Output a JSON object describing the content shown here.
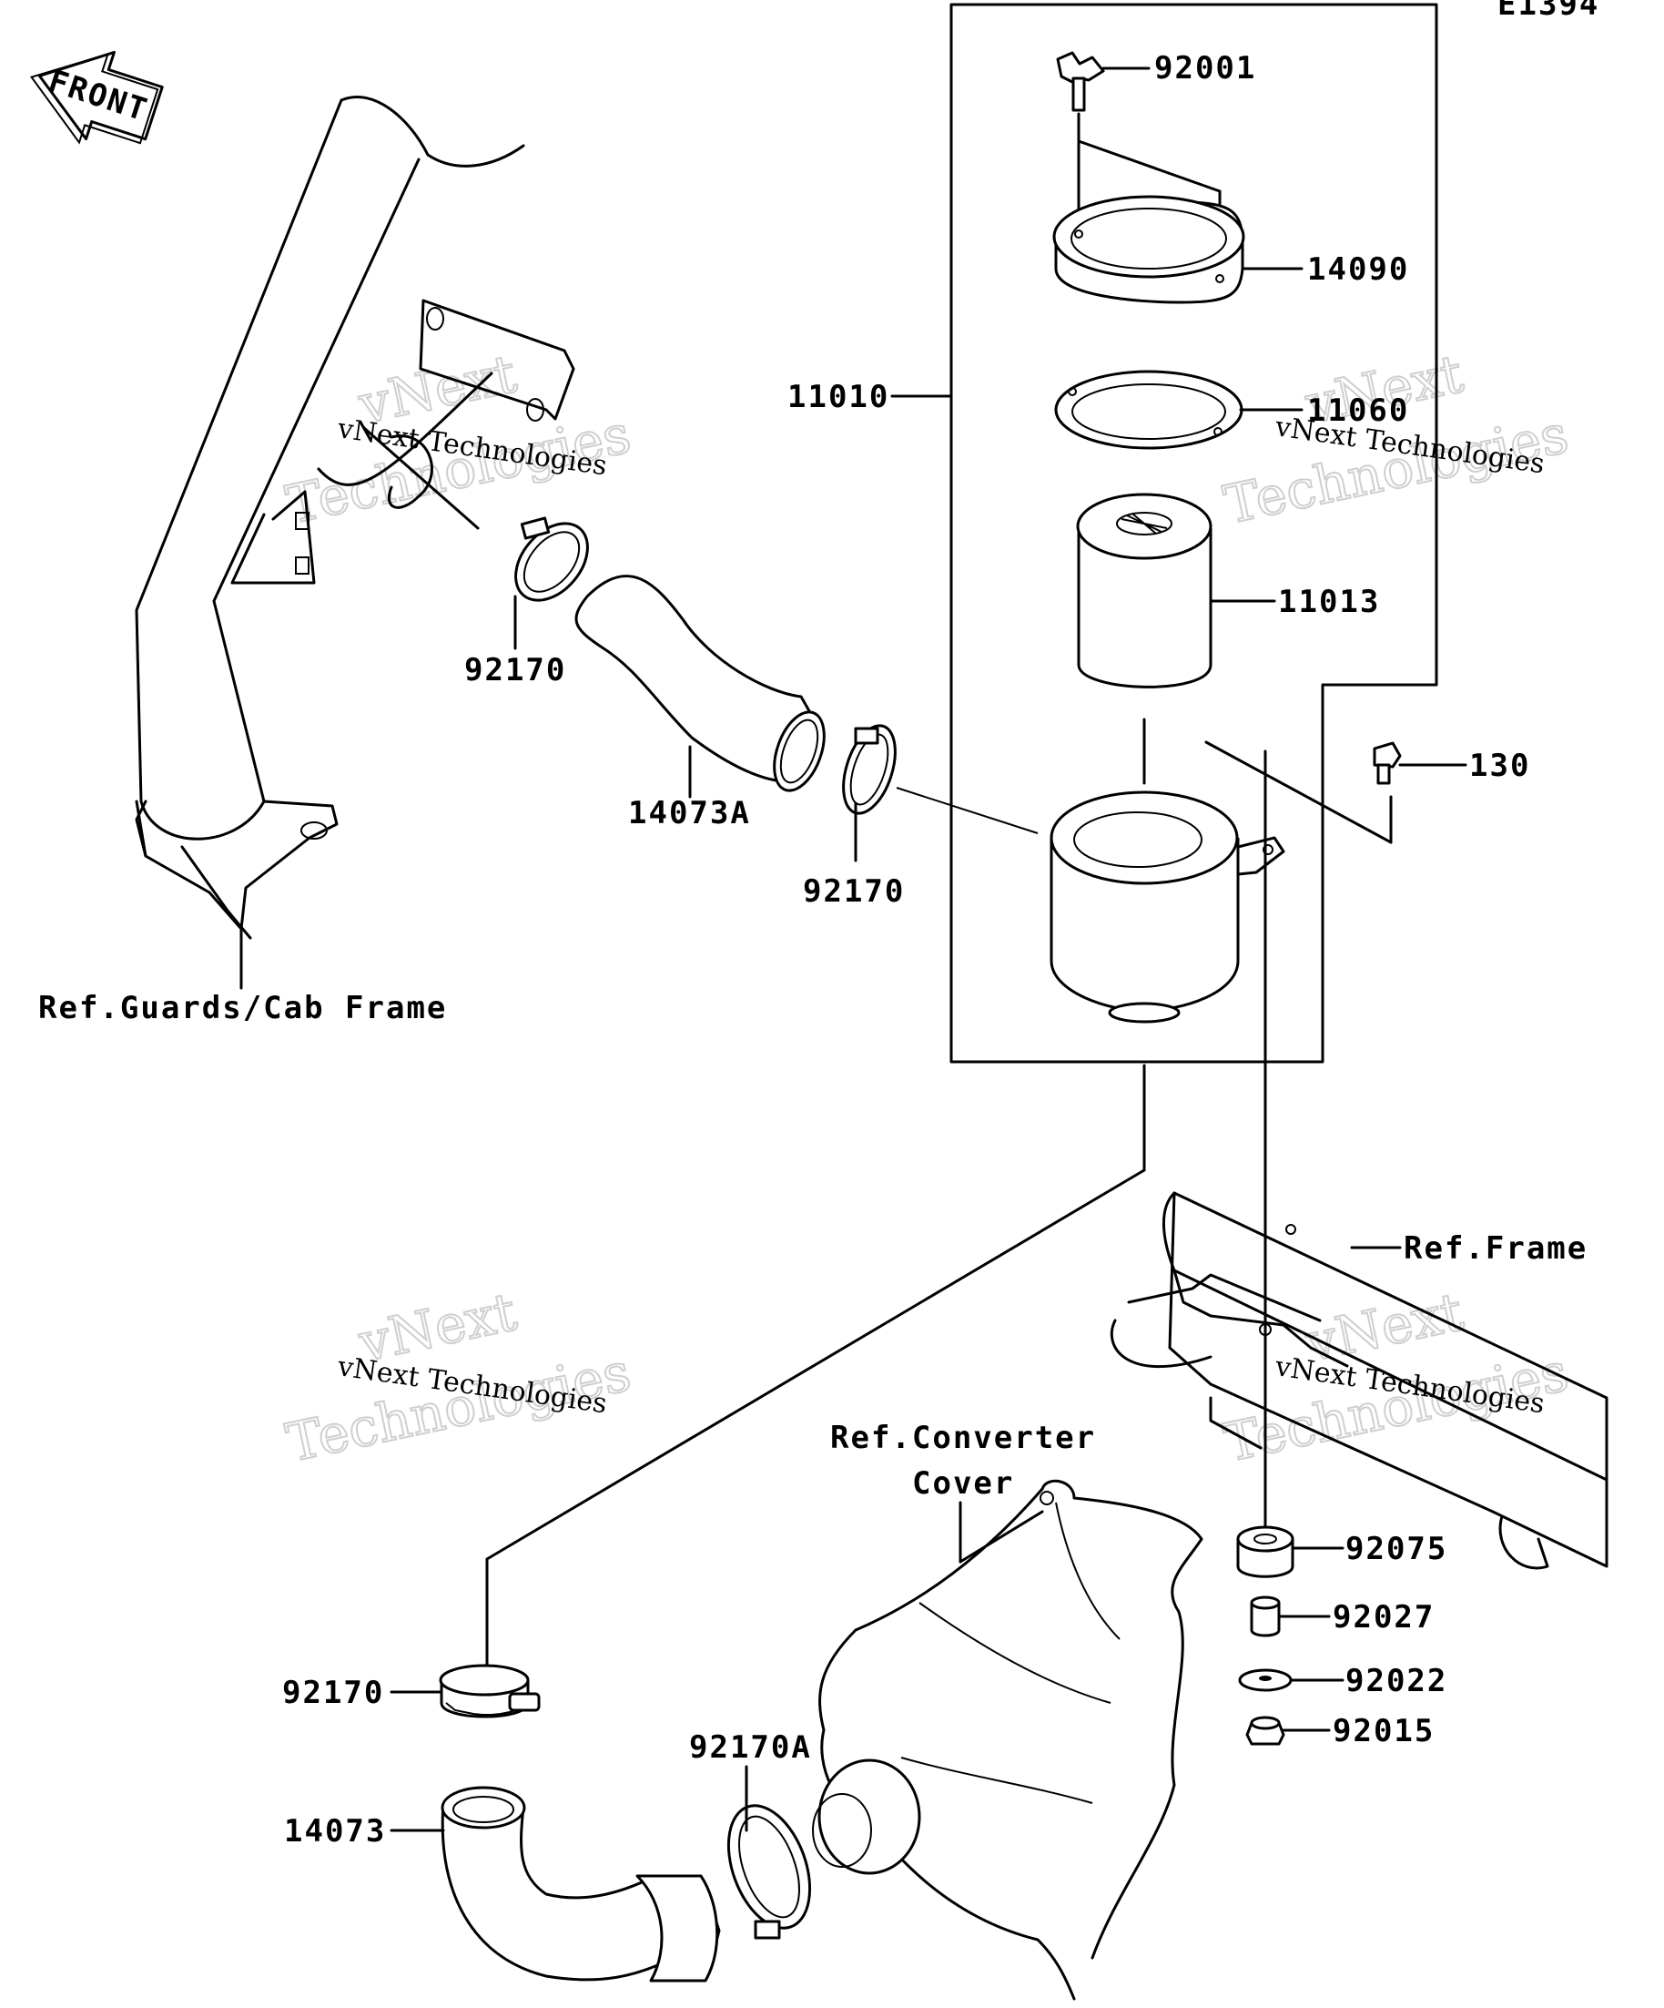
{
  "diagram_code": "E1394",
  "front_label": "FRONT",
  "labels": {
    "p92001": "92001",
    "p14090": "14090",
    "p11010": "11010",
    "p11060": "11060",
    "p11013": "11013",
    "p130": "130",
    "p92170_a": "92170",
    "p14073A": "14073A",
    "p92170_b": "92170",
    "ref_guards": "Ref.Guards/Cab Frame",
    "ref_frame": "Ref.Frame",
    "ref_converter_1": "Ref.Converter",
    "ref_converter_2": "Cover",
    "p92075": "92075",
    "p92027": "92027",
    "p92022": "92022",
    "p92015": "92015",
    "p92170_c": "92170",
    "p92170A": "92170A",
    "p14073": "14073"
  },
  "watermark": {
    "line1": "vNext",
    "line2": "Technologies",
    "caption": "vNext Technologies"
  }
}
